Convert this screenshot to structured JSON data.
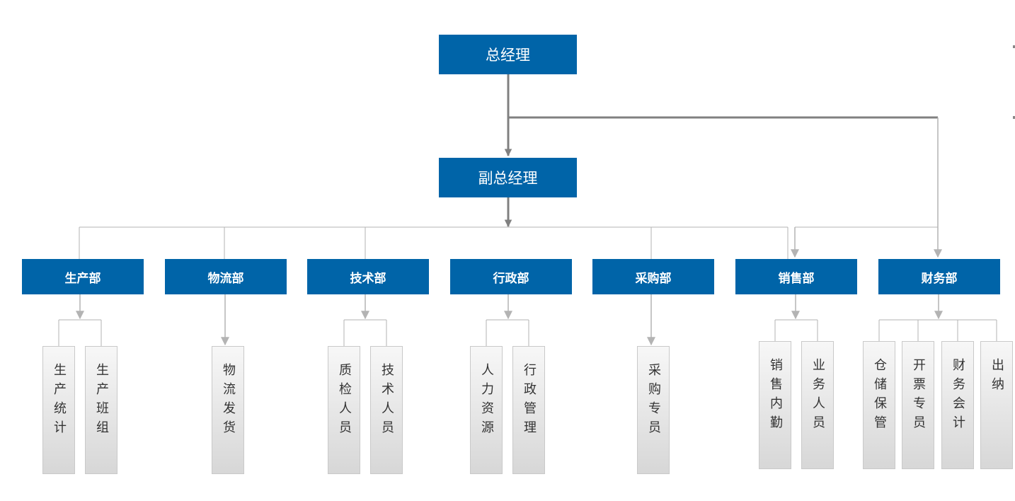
{
  "colors": {
    "box": "#0064A8",
    "box_text": "#FFFFFF",
    "main_line": "#808080",
    "thin_line": "#B3B3B3"
  },
  "general_manager": "总经理",
  "deputy_manager": "副总经理",
  "departments": [
    {
      "name": "生产部",
      "roles": [
        "生产统计",
        "生产班组"
      ]
    },
    {
      "name": "物流部",
      "roles": [
        "物流发货"
      ]
    },
    {
      "name": "技术部",
      "roles": [
        "质检人员",
        "技术人员"
      ]
    },
    {
      "name": "行政部",
      "roles": [
        "人力资源",
        "行政管理"
      ]
    },
    {
      "name": "采购部",
      "roles": [
        "采购专员"
      ]
    },
    {
      "name": "销售部",
      "roles": [
        "销售内勤",
        "业务人员"
      ]
    },
    {
      "name": "财务部",
      "roles": [
        "仓储保管",
        "开票专员",
        "财务会计",
        "出纳"
      ]
    }
  ]
}
